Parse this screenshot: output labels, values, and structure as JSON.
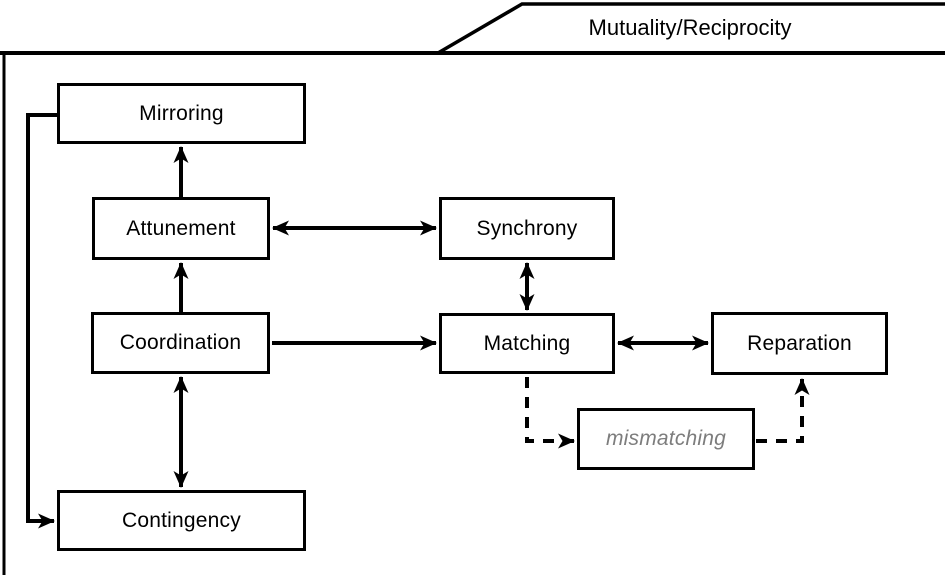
{
  "title_tab": {
    "label": "Mutuality/Reciprocity"
  },
  "nodes": {
    "mirroring": {
      "label": "Mirroring"
    },
    "attunement": {
      "label": "Attunement"
    },
    "synchrony": {
      "label": "Synchrony"
    },
    "coordination": {
      "label": "Coordination"
    },
    "matching": {
      "label": "Matching"
    },
    "reparation": {
      "label": "Reparation"
    },
    "contingency": {
      "label": "Contingency"
    },
    "mismatching": {
      "label": "mismatching"
    }
  },
  "edges": [
    {
      "from": "attunement",
      "to": "mirroring",
      "style": "solid",
      "arrows": "single"
    },
    {
      "from": "attunement",
      "to": "synchrony",
      "style": "solid",
      "arrows": "double"
    },
    {
      "from": "coordination",
      "to": "attunement",
      "style": "solid",
      "arrows": "single"
    },
    {
      "from": "coordination",
      "to": "contingency",
      "style": "solid",
      "arrows": "double"
    },
    {
      "from": "coordination",
      "to": "matching",
      "style": "solid",
      "arrows": "single"
    },
    {
      "from": "synchrony",
      "to": "matching",
      "style": "solid",
      "arrows": "double"
    },
    {
      "from": "matching",
      "to": "reparation",
      "style": "solid",
      "arrows": "double"
    },
    {
      "from": "mirroring",
      "to": "contingency",
      "style": "solid",
      "arrows": "single"
    },
    {
      "from": "matching",
      "to": "mismatching",
      "style": "dashed",
      "arrows": "single"
    },
    {
      "from": "mismatching",
      "to": "reparation",
      "style": "dashed",
      "arrows": "single"
    }
  ],
  "colors": {
    "line": "#000000",
    "box_border": "#000000",
    "label_text": "#000000",
    "mismatching_text": "#7d7d7d",
    "background": "#ffffff"
  }
}
